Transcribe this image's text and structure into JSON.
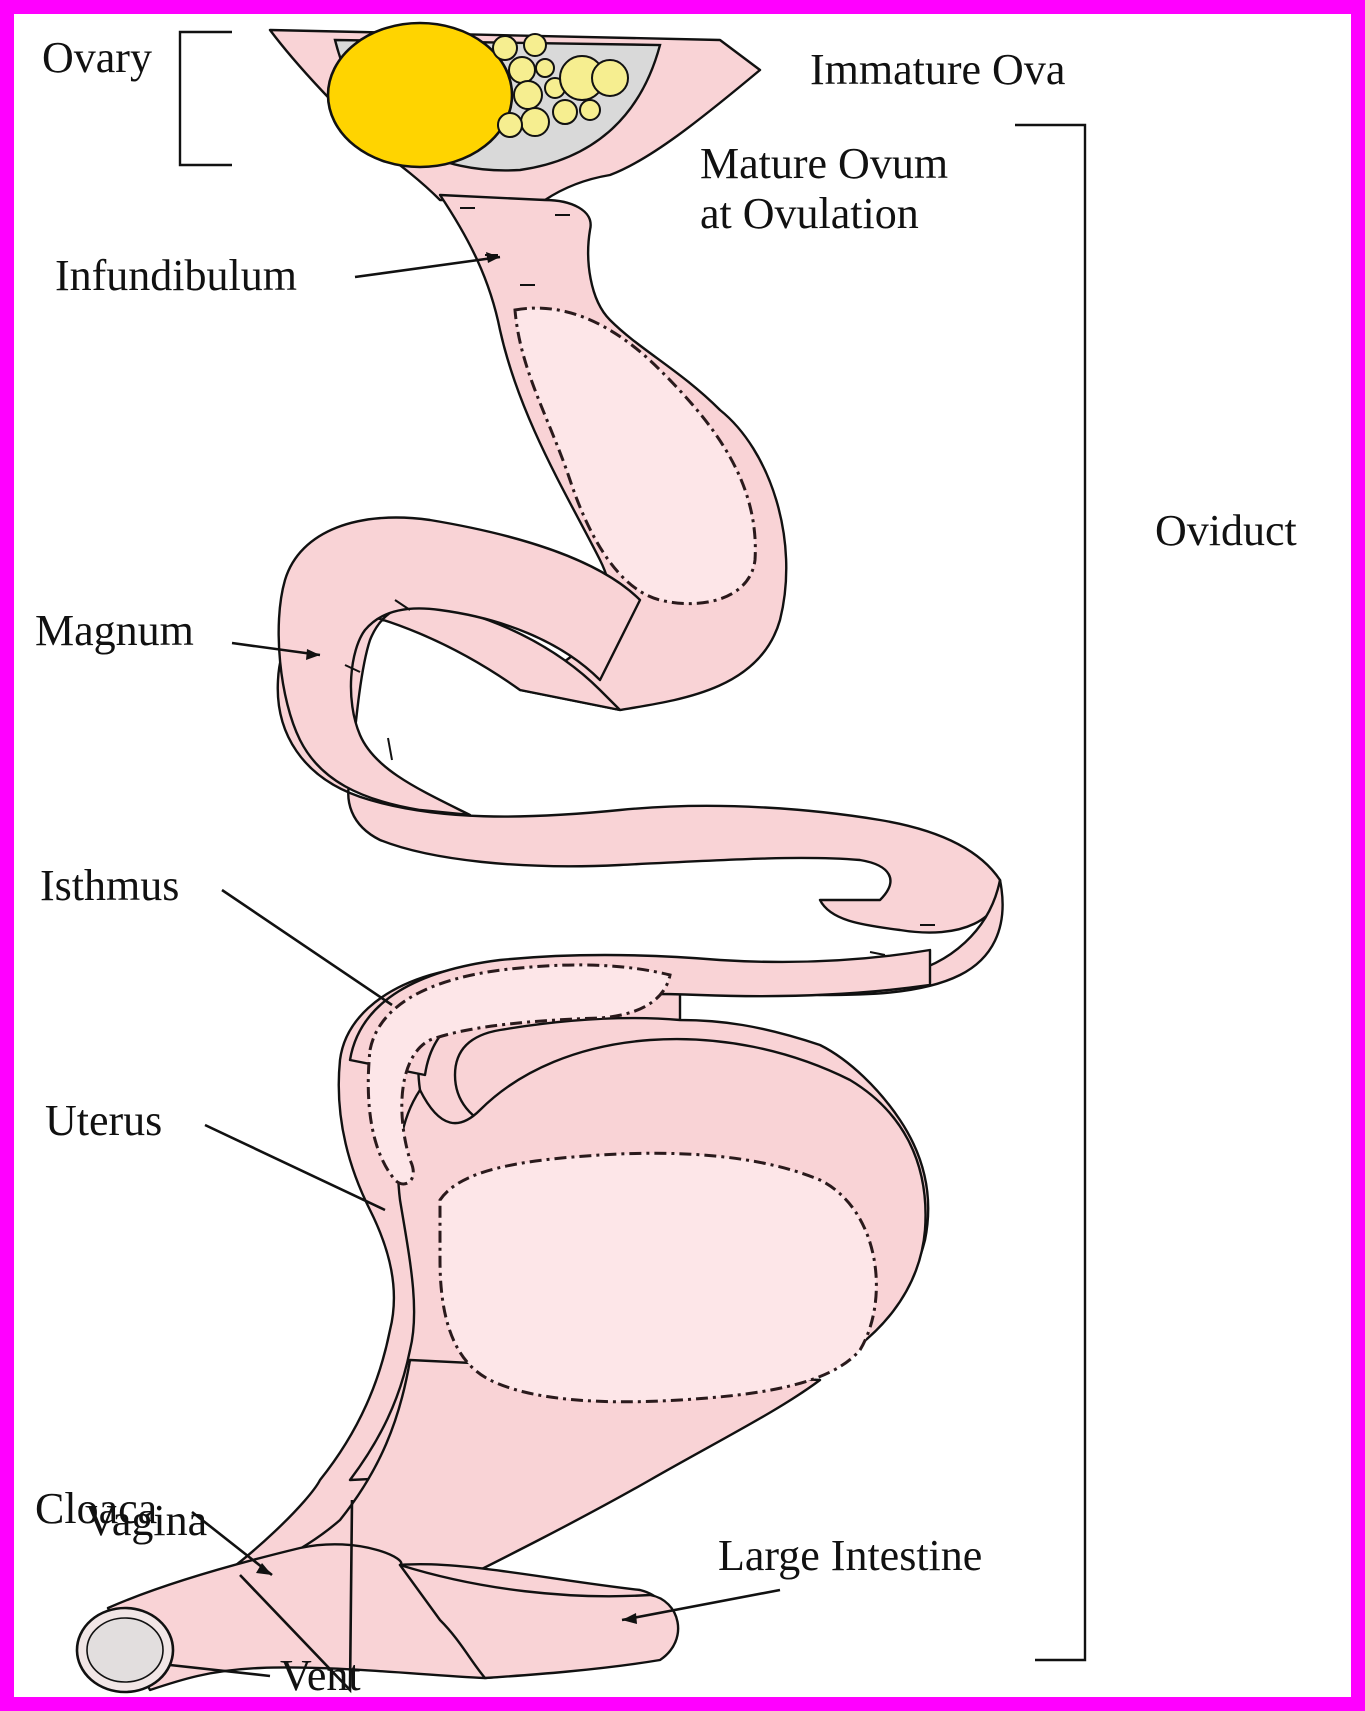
{
  "labels": {
    "ovary": "Ovary",
    "immature_ova": "Immature Ova",
    "mature_ovum_line1": "Mature Ovum",
    "mature_ovum_line2": "at Ovulation",
    "infundibulum": "Infundibulum",
    "oviduct": "Oviduct",
    "magnum": "Magnum",
    "isthmus": "Isthmus",
    "uterus": "Uterus",
    "vagina": "Vagina",
    "cloaca": "Cloaca",
    "large_intestine": "Large Intestine",
    "vent": "Vent"
  },
  "colors": {
    "frame": "#ff00ff",
    "tissue": "#f9d3d6",
    "mature_ovum": "#ffd400",
    "immature_ova": "#f6ee90"
  }
}
